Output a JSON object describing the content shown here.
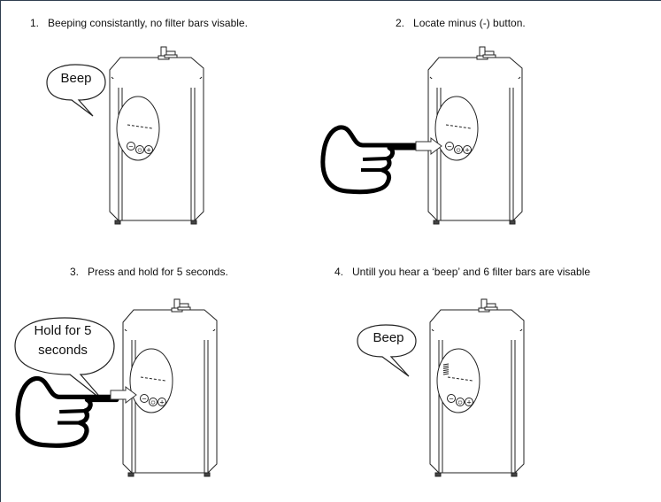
{
  "steps": [
    {
      "number": "1.",
      "text": "Beeping consistantly, no filter bars visable."
    },
    {
      "number": "2.",
      "text": "Locate minus (-) button."
    },
    {
      "number": "3.",
      "text": "Press and hold for 5 seconds."
    },
    {
      "number": "4.",
      "text": "Untill you hear a ‘beep’ and 6 filter bars are visable"
    }
  ],
  "bubbles": {
    "step1": "Beep",
    "step3_line1": "Hold for 5",
    "step3_line2": "seconds",
    "step4": "Beep"
  },
  "device_buttons": {
    "minus": "−",
    "power": "⏻",
    "plus": "+"
  },
  "filter_bars_shown": {
    "step1": 0,
    "step4": 6
  },
  "icons": {
    "hand": "pointing-hand-icon",
    "arrow": "right-arrow-icon",
    "bubble": "speech-bubble-icon"
  },
  "colors": {
    "frame": "#2f3e4f",
    "line": "#222222"
  }
}
